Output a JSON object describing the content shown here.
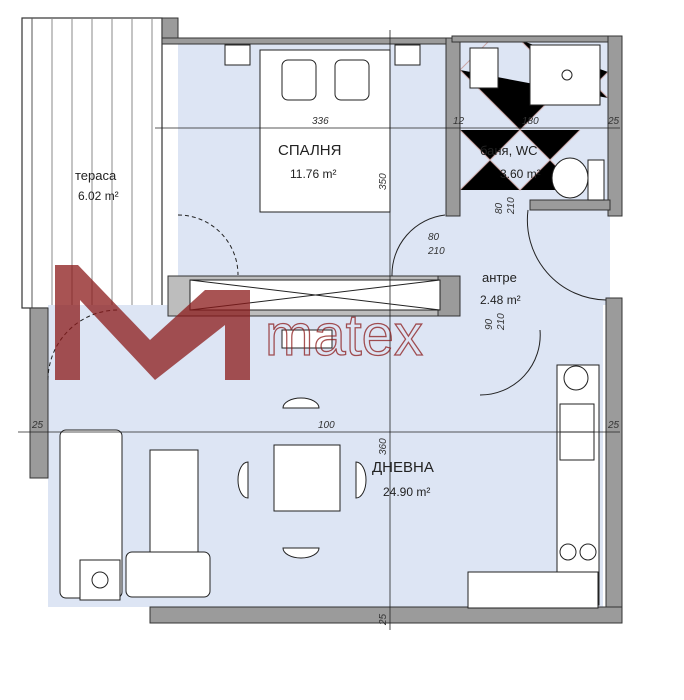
{
  "rooms": {
    "terrace": {
      "name": "тераса",
      "area": "6.02 m²"
    },
    "bedroom": {
      "name": "СПАЛНЯ",
      "area": "11.76 m²"
    },
    "bathroom": {
      "name": "баня, WC",
      "area": "3.60 m²"
    },
    "entry": {
      "name": "антре",
      "area": "2.48 m²"
    },
    "living": {
      "name": "ДНЕВНА",
      "area": "24.90 m²"
    }
  },
  "dimensions": {
    "bedroom_width": "336",
    "bedroom_depth": "350",
    "bath_width": "180",
    "wall_12": "12",
    "wall_25": "25",
    "bedroom_door_w": "80",
    "bedroom_door_h": "210",
    "bath_door_w": "80",
    "bath_door_h": "210",
    "entry_door_w": "90",
    "entry_door_h": "210",
    "living_depth": "360",
    "table": "100"
  },
  "watermark": "matex",
  "colors": {
    "floor": "#dde5f4",
    "wall": "#9b9b9b",
    "watermark": "#8b1a1a"
  }
}
